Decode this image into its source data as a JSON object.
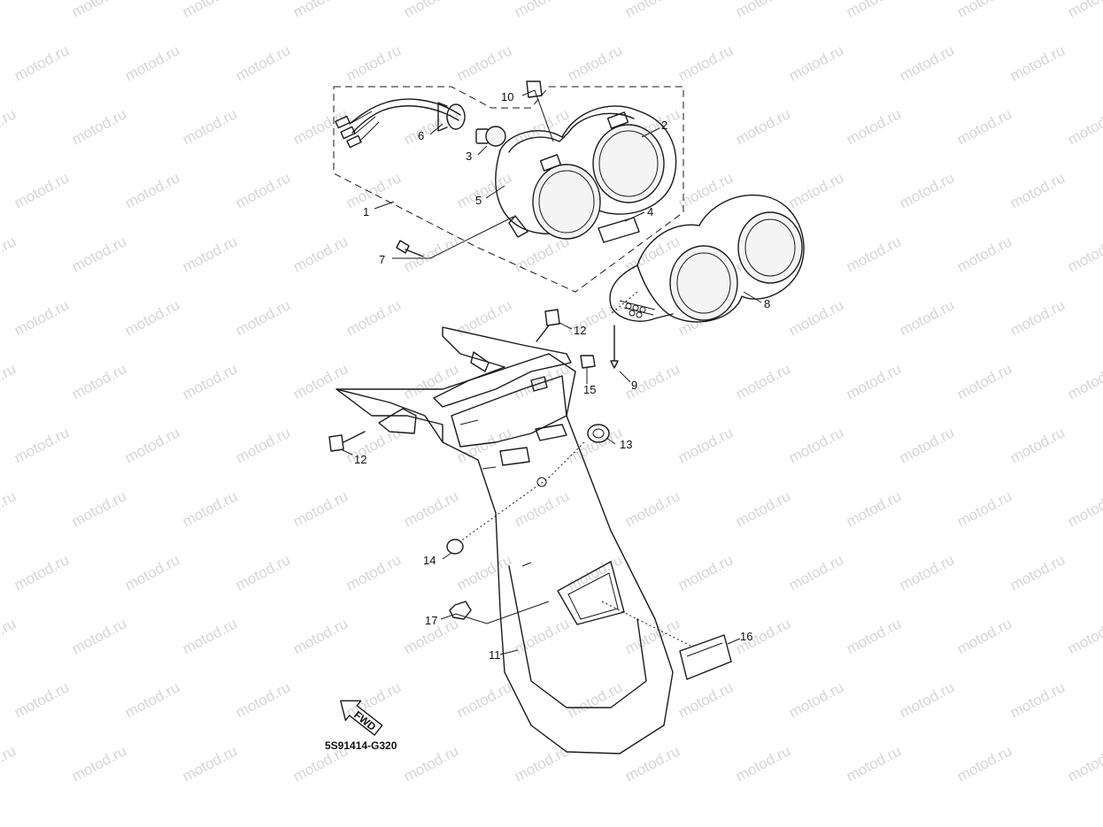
{
  "diagram": {
    "reference_code": "5S91414-G320",
    "direction_label": "FWD",
    "watermark_text": "motod.ru",
    "callouts": [
      "1",
      "2",
      "3",
      "4",
      "5",
      "6",
      "7",
      "8",
      "9",
      "10",
      "11",
      "12",
      "12",
      "13",
      "14",
      "15",
      "16",
      "17"
    ]
  }
}
